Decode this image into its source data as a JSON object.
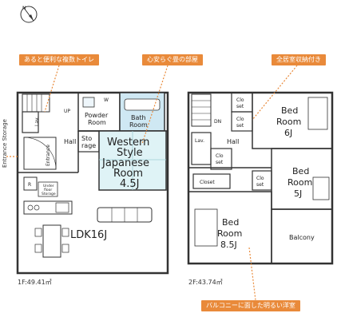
{
  "compass": {
    "label": "N"
  },
  "callouts": {
    "toilet": "あると便利な複数トイレ",
    "tatami": "心安らぐ畳の部屋",
    "closet": "全居室収納付き",
    "balcony": "バルコニーに面した明るい洋室"
  },
  "side_label": "Entrance Storage",
  "floor1": {
    "area": "1F:49.41㎡",
    "rooms": {
      "up": "UP",
      "lav": "Lav.",
      "w": "W",
      "powder_1": "Powder",
      "powder_2": "Room",
      "bath_1": "Bath",
      "bath_2": "Room",
      "hall": "Hall",
      "storage_1": "Sto",
      "storage_2": "rage",
      "western_1": "Western",
      "western_2": "Style",
      "western_3": "Japanese",
      "western_4": "Room",
      "western_5": "4.5J",
      "entrance": "Entrance",
      "r": "R",
      "under_floor_1": "Under",
      "under_floor_2": "floor",
      "under_floor_3": "Storage",
      "ldk": "LDK16J"
    }
  },
  "floor2": {
    "area": "2F:43.74㎡",
    "rooms": {
      "dn": "DN",
      "lav": "Lav.",
      "hall": "Hall",
      "closet_a_1": "Clo",
      "closet_a_2": "set",
      "closet_b_1": "Clo",
      "closet_b_2": "set",
      "closet_c_1": "Clo",
      "closet_c_2": "set",
      "closet_d_1": "Clo",
      "closet_d_2": "set",
      "closet_e": "Closet",
      "bed6_1": "Bed",
      "bed6_2": "Room",
      "bed6_3": "6J",
      "bed5_1": "Bed",
      "bed5_2": "Room",
      "bed5_3": "5J",
      "bed85_1": "Bed",
      "bed85_2": "Room",
      "bed85_3": "8.5J",
      "balcony": "Balcony"
    }
  },
  "colors": {
    "callout": "#e98a3a",
    "wall": "#333333",
    "tatami": "#dff3f6",
    "water": "#cfe8f3"
  }
}
